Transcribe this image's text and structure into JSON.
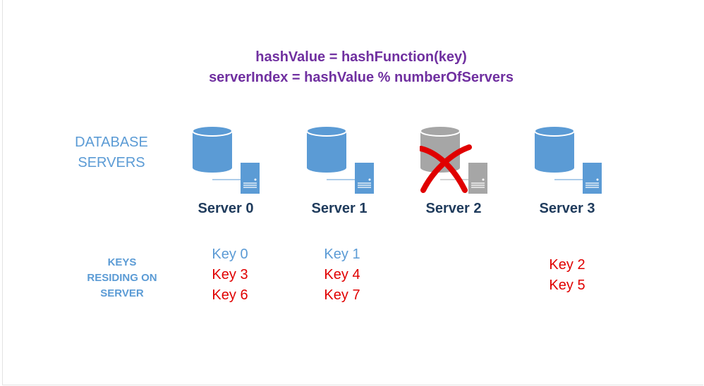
{
  "formula": {
    "line1": "hashValue = hashFunction(key)",
    "line2": "serverIndex = hashValue % numberOfServers"
  },
  "labels": {
    "database_servers": [
      "DATABASE",
      "SERVERS"
    ],
    "keys_residing": [
      "KEYS",
      "RESIDING ON",
      "SERVER"
    ]
  },
  "colors": {
    "formula": "#7030a0",
    "active_server": "#5b9bd5",
    "failed_server": "#a6a6a6",
    "failure_mark": "#e00000",
    "server_name": "#1f3b5c",
    "original_key": "#5b9bd5",
    "remapped_key": "#e00000"
  },
  "servers": [
    {
      "name": "Server 0",
      "status": "active",
      "keys": [
        {
          "label": "Key 0",
          "state": "original"
        },
        {
          "label": "Key 3",
          "state": "remapped"
        },
        {
          "label": "Key 6",
          "state": "remapped"
        }
      ]
    },
    {
      "name": "Server 1",
      "status": "active",
      "keys": [
        {
          "label": "Key 1",
          "state": "original"
        },
        {
          "label": "Key 4",
          "state": "remapped"
        },
        {
          "label": "Key 7",
          "state": "remapped"
        }
      ]
    },
    {
      "name": "Server 2",
      "status": "failed",
      "keys": []
    },
    {
      "name": "Server 3",
      "status": "active",
      "keys": [
        {
          "label": "Key 2",
          "state": "remapped"
        },
        {
          "label": "Key 5",
          "state": "remapped"
        }
      ]
    }
  ]
}
